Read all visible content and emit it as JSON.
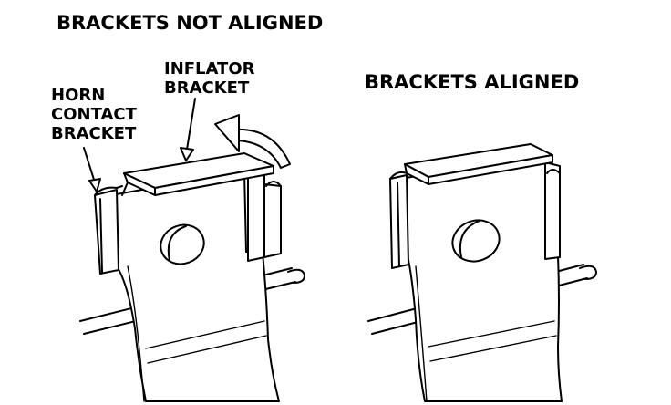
{
  "labels": {
    "not_aligned_title": "BRACKETS NOT ALIGNED",
    "aligned_title": "BRACKETS ALIGNED",
    "inflator_bracket": [
      "INFLATOR",
      "BRACKET"
    ],
    "horn_contact_bracket": [
      "HORN",
      "CONTACT",
      "BRACKET"
    ]
  }
}
